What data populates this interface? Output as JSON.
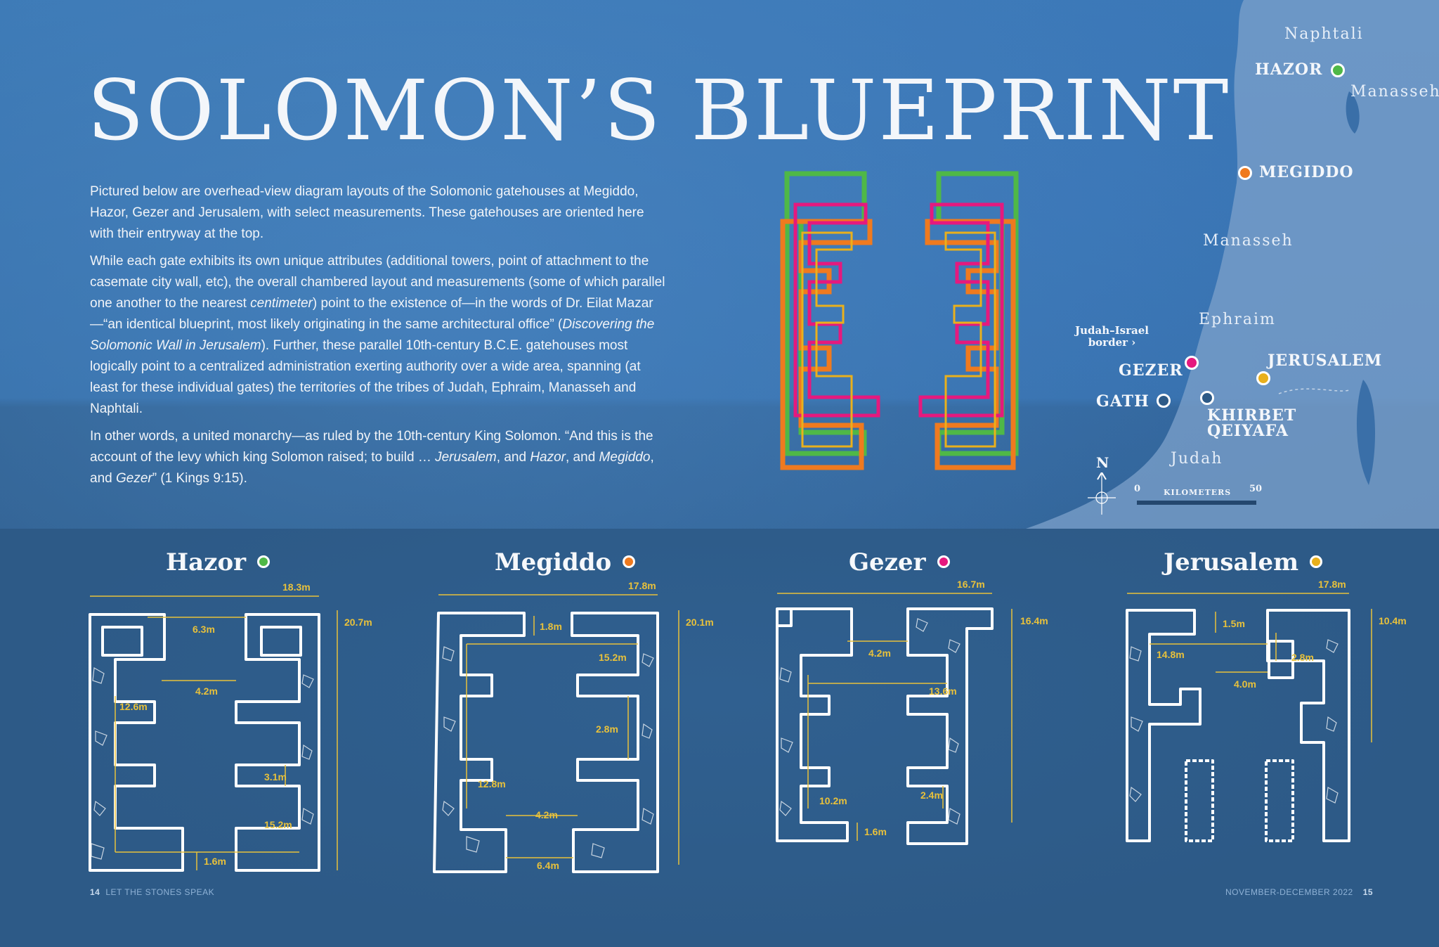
{
  "title": "SOLOMON’S BLUEPRINT",
  "colors": {
    "hazor": "#4fb847",
    "megiddo": "#ef7a1f",
    "gezer": "#e5197e",
    "jerusalem": "#e9b01c",
    "measure": "#e8c13b"
  },
  "body": {
    "p1": "Pictured below are overhead-view diagram layouts of the Solomonic gatehouses at Megiddo, Hazor, Gezer and Jerusalem, with select measurements. These gatehouses are oriented here with their entryway at the top.",
    "p2_a": "While each gate exhibits its own unique attributes (additional towers, point of attachment to the casemate city wall, etc), the overall chambered layout and measurements (some of which parallel one another to the nearest ",
    "p2_em1": "centimeter",
    "p2_b": ") point to the existence of—in the words of Dr. Eilat Mazar—“an identical blueprint, most likely originating in the same architectural office” (",
    "p2_em2": "Discovering the Solomonic Wall in Jerusalem",
    "p2_c": "). Further, these parallel 10th-century B.C.E. gatehouses most logically point to a centralized administration exerting authority over a wide area, spanning (at least for these individual gates) the territories of the tribes of Judah, Ephraim, Manasseh and Naphtali.",
    "p3_a": "In other words, a united monarchy—as ruled by the 10th-century King Solomon. “And this is the account of the levy which king Solomon raised; to build … ",
    "p3_em1": "Jerusalem",
    "p3_b": ", and ",
    "p3_em2": "Hazor",
    "p3_c": ", and ",
    "p3_em3": "Megiddo",
    "p3_d": ", and ",
    "p3_em4": "Gezer",
    "p3_e": "” (1 Kings 9:15)."
  },
  "map": {
    "regions": {
      "naphtali": "Naphtali",
      "manasseh_north": "Manasseh",
      "manasseh": "Manasseh",
      "ephraim": "Ephraim",
      "judah": "Judah"
    },
    "cities": {
      "hazor": "HAZOR",
      "megiddo": "MEGIDDO",
      "gezer": "GEZER",
      "jerusalem": "JERUSALEM",
      "gath": "GATH",
      "khirbet": "KHIRBET",
      "qeiyafa": "QEIYAFA"
    },
    "border_line1": "Judah–Israel",
    "border_line2": "border ›",
    "north": "N",
    "scale": {
      "start": "0",
      "unit": "KILOMETERS",
      "end": "50"
    }
  },
  "gates": {
    "hazor": {
      "name": "Hazor",
      "width": "18.3m",
      "height": "20.7m",
      "m1": "6.3m",
      "m2": "4.2m",
      "m3": "12.6m",
      "m4": "3.1m",
      "m5": "15.2m",
      "m6": "1.6m"
    },
    "megiddo": {
      "name": "Megiddo",
      "width": "17.8m",
      "height": "20.1m",
      "m1": "1.8m",
      "m2": "15.2m",
      "m3": "2.8m",
      "m4": "12.8m",
      "m5": "4.2m",
      "m6": "6.4m"
    },
    "gezer": {
      "name": "Gezer",
      "width": "16.7m",
      "height": "16.4m",
      "m1": "4.2m",
      "m2": "13.6m",
      "m3": "2.4m",
      "m4": "10.2m",
      "m5": "1.6m"
    },
    "jerusalem": {
      "name": "Jerusalem",
      "width": "17.8m",
      "height": "10.4m",
      "m1": "1.5m",
      "m2": "14.8m",
      "m3": "2.8m",
      "m4": "4.0m"
    }
  },
  "footer": {
    "left_page": "14",
    "left_text": "LET THE STONES SPEAK",
    "right_text": "NOVEMBER-DECEMBER 2022",
    "right_page": "15"
  }
}
